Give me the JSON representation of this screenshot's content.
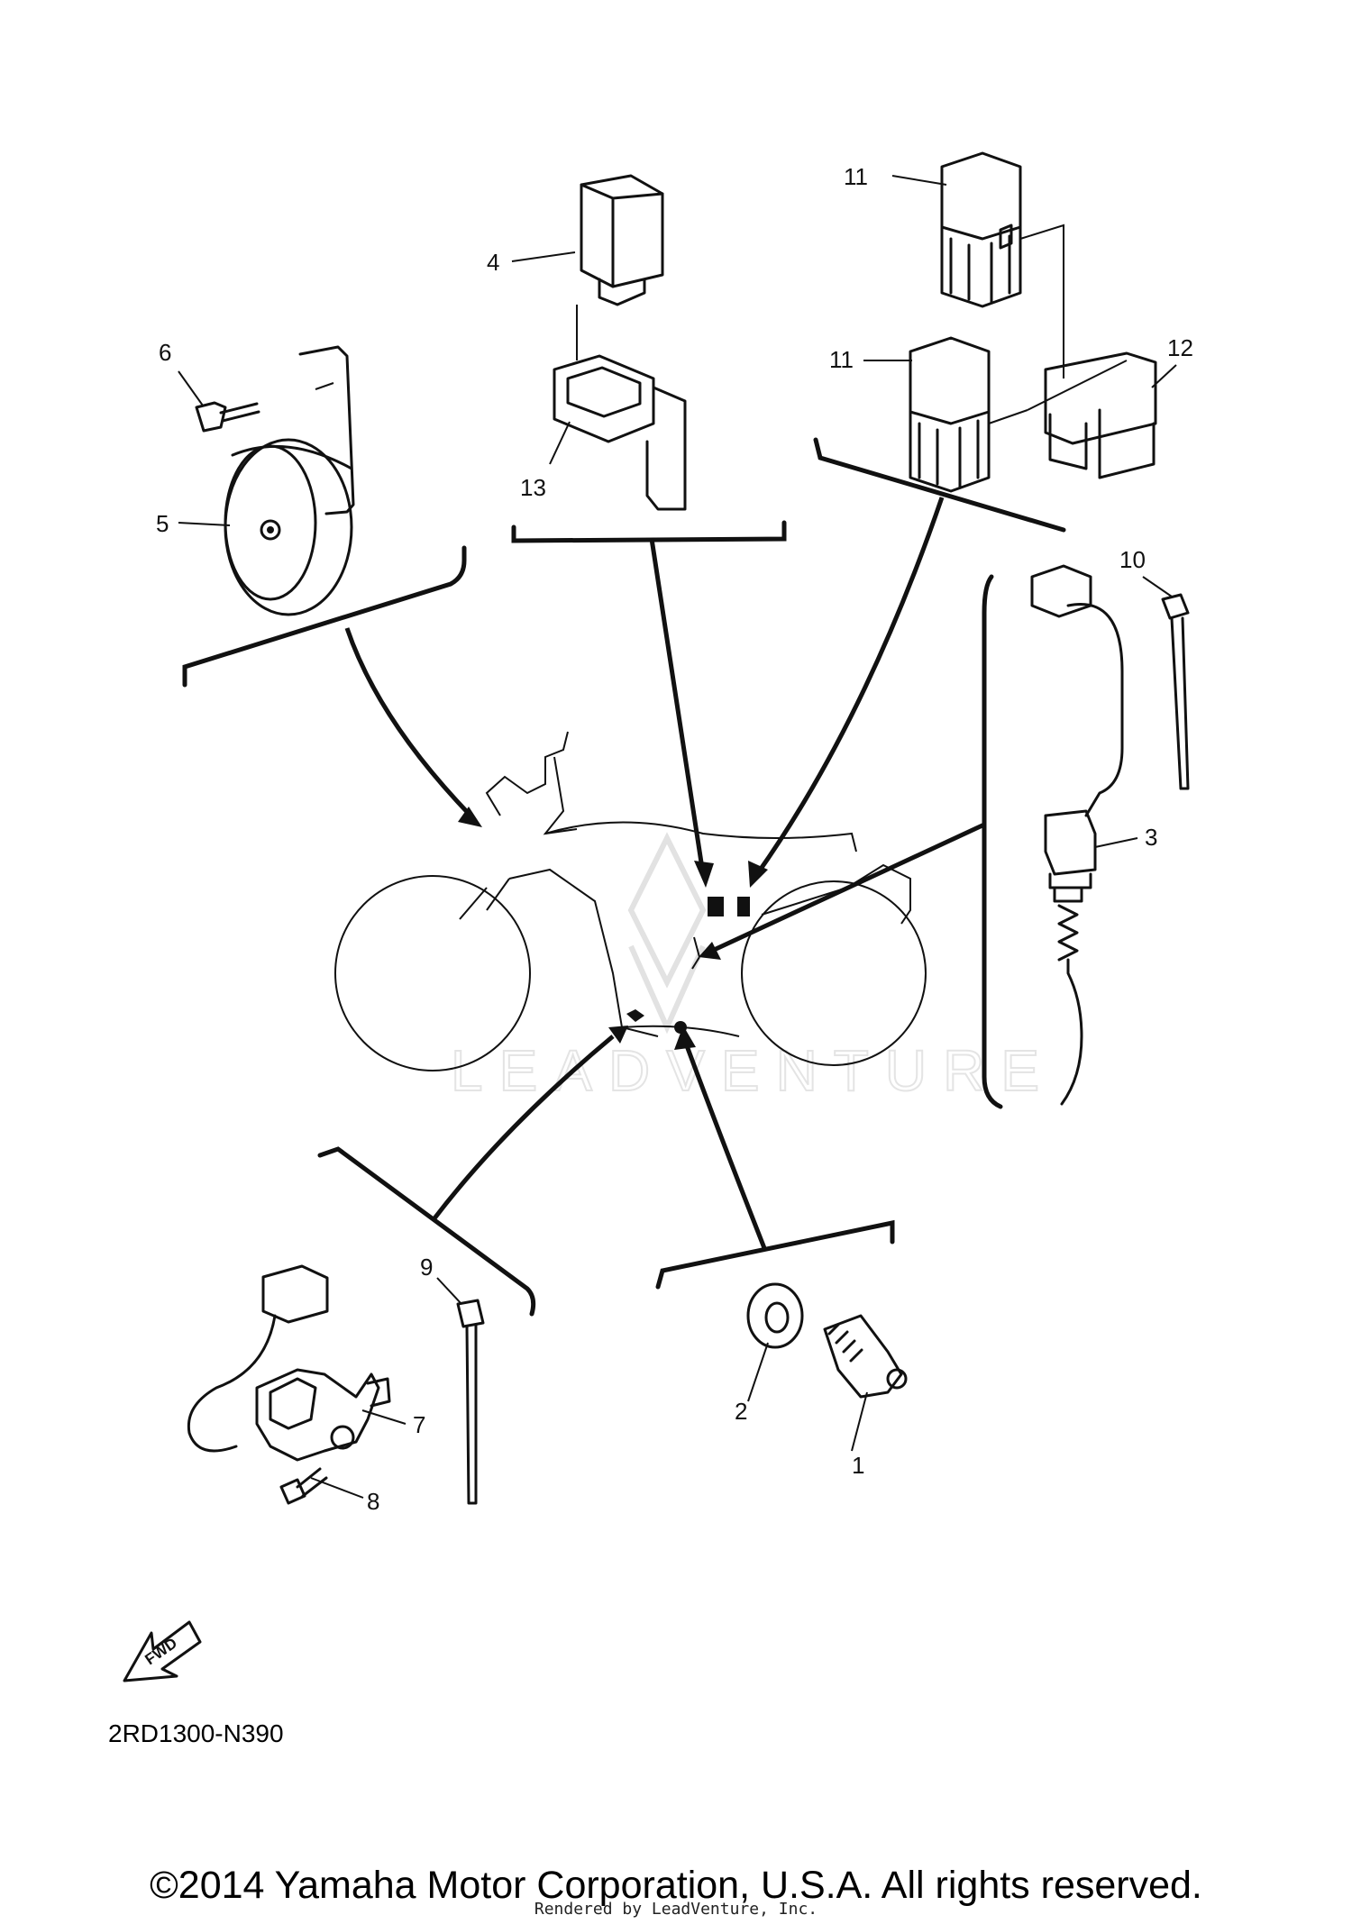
{
  "diagram_code": "2RD1300-N390",
  "fwd_label": "FWD",
  "copyright": "©2014 Yamaha Motor Corporation, U.S.A. All rights reserved.",
  "render_credit": "Rendered by LeadVenture, Inc.",
  "watermark": "LEADVENTURE",
  "callouts": {
    "c1": "1",
    "c2": "2",
    "c3": "3",
    "c4": "4",
    "c5": "5",
    "c6": "6",
    "c7": "7",
    "c8": "8",
    "c9": "9",
    "c10": "10",
    "c11a": "11",
    "c11b": "11",
    "c12": "12",
    "c13": "13"
  }
}
